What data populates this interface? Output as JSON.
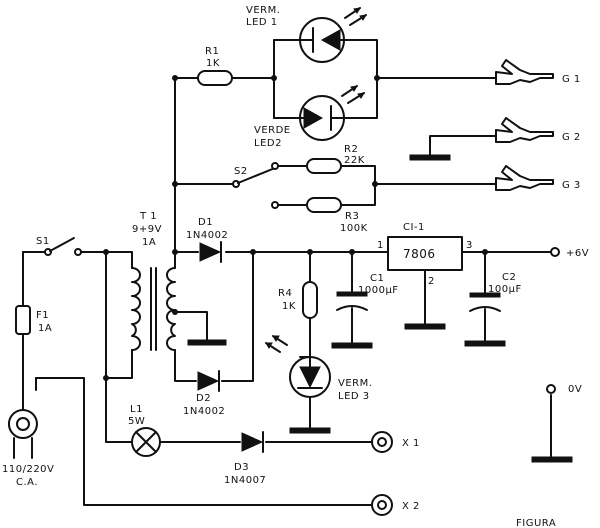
{
  "labels": {
    "led1": [
      "VERM.",
      "LED 1"
    ],
    "led2": [
      "VERDE",
      "LED2"
    ],
    "r1": [
      "R1",
      "1K"
    ],
    "r2": [
      "R2",
      "22K"
    ],
    "r3": [
      "R3",
      "100K"
    ],
    "r4": [
      "R4",
      "1K"
    ],
    "s1": "S1",
    "s2": "S2",
    "t1": [
      "T 1",
      "9+9V",
      "1A"
    ],
    "d1": [
      "D1",
      "1N4002"
    ],
    "d2": [
      "D2",
      "1N4002"
    ],
    "d3": [
      "D3",
      "1N4007"
    ],
    "f1": [
      "F1",
      "1A"
    ],
    "l1": [
      "L1",
      "5W"
    ],
    "ci1": "CI-1",
    "ic_part": "7806",
    "ic_pins": [
      "1",
      "2",
      "3"
    ],
    "c1": [
      "C1",
      "1000µF"
    ],
    "c2": [
      "C2",
      "100µF"
    ],
    "led3": [
      "VERM.",
      "LED 3"
    ],
    "plus6v": "+6V",
    "zero_v": "0V",
    "g1": "G 1",
    "g2": "G 2",
    "g3": "G 3",
    "x1": "X 1",
    "x2": "X 2",
    "mains": [
      "110/220V",
      "C.A."
    ],
    "figure": "FIGURA"
  }
}
